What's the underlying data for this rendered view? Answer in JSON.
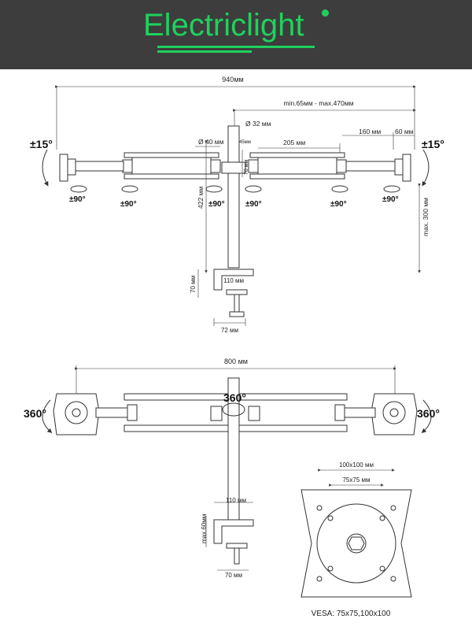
{
  "brand": {
    "name": "Electriclight",
    "color": "#1fd15c",
    "header_bg": "#3d3d3d"
  },
  "top_view": {
    "total_width": "940мм",
    "arm_range": "min.65мм - max.470мм",
    "pole_diameter": "Ø 32 мм",
    "arm_diameter": "Ø 40 мм",
    "joint_45": "45мм",
    "segment_205": "205 мм",
    "segment_160": "160 мм",
    "segment_60": "60 мм",
    "tilt_left": "±15°",
    "tilt_right": "±15°",
    "swivel_1": "±90°",
    "swivel_2": "±90°",
    "swivel_3": "±90°",
    "swivel_4": "±90°",
    "swivel_5": "±90°",
    "swivel_6": "±90°",
    "height_70": "70 мм",
    "pole_height": "422 мм",
    "clamp_height": "70 мм",
    "clamp_width": "110 мм",
    "base_width": "72 мм",
    "max_height": "max. 300 мм"
  },
  "front_view": {
    "total_width": "800 мм",
    "rotate_left": "360°",
    "rotate_center": "360°",
    "rotate_right": "360°",
    "clamp_width": "110 мм",
    "clamp_height": "max.60мм",
    "base_width": "70 мм"
  },
  "vesa": {
    "outer": "100x100 мм",
    "inner": "75x75 мм",
    "caption": "VESA: 75x75,100x100"
  }
}
